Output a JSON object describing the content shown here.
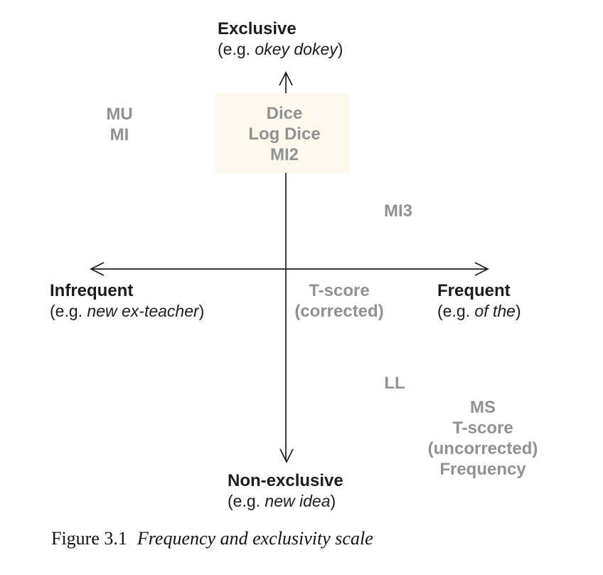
{
  "figure": {
    "axes": {
      "top": {
        "label": "Exclusive",
        "eg_open": "(e.g. ",
        "eg_italic": "okey dokey",
        "eg_close": ")"
      },
      "bottom": {
        "label": "Non-exclusive",
        "eg_open": "(e.g. ",
        "eg_italic": "new idea",
        "eg_close": ")"
      },
      "left": {
        "label": "Infrequent",
        "eg_open": "(e.g. ",
        "eg_italic": "new ex-teacher",
        "eg_close": ")"
      },
      "right": {
        "label": "Frequent",
        "eg_open": "(e.g. ",
        "eg_italic": "of the",
        "eg_close": ")"
      }
    },
    "measures": {
      "upper_left": [
        "MU",
        "MI"
      ],
      "top_center": [
        "Dice",
        "Log Dice",
        "MI2"
      ],
      "upper_right": [
        "MI3"
      ],
      "center_below_axis": [
        "T-score",
        "(corrected)"
      ],
      "lower_right_inner": [
        "LL"
      ],
      "lower_right_outer": [
        "MS",
        "T-score",
        "(uncorrected)",
        "Frequency"
      ]
    },
    "caption": {
      "number": "Figure 3.1",
      "title": "Frequency and exclusivity scale"
    },
    "colors": {
      "measure_gray": "#919191",
      "axis_black": "#1c1c1c",
      "highlight_bg": "#fbf8ee"
    }
  }
}
